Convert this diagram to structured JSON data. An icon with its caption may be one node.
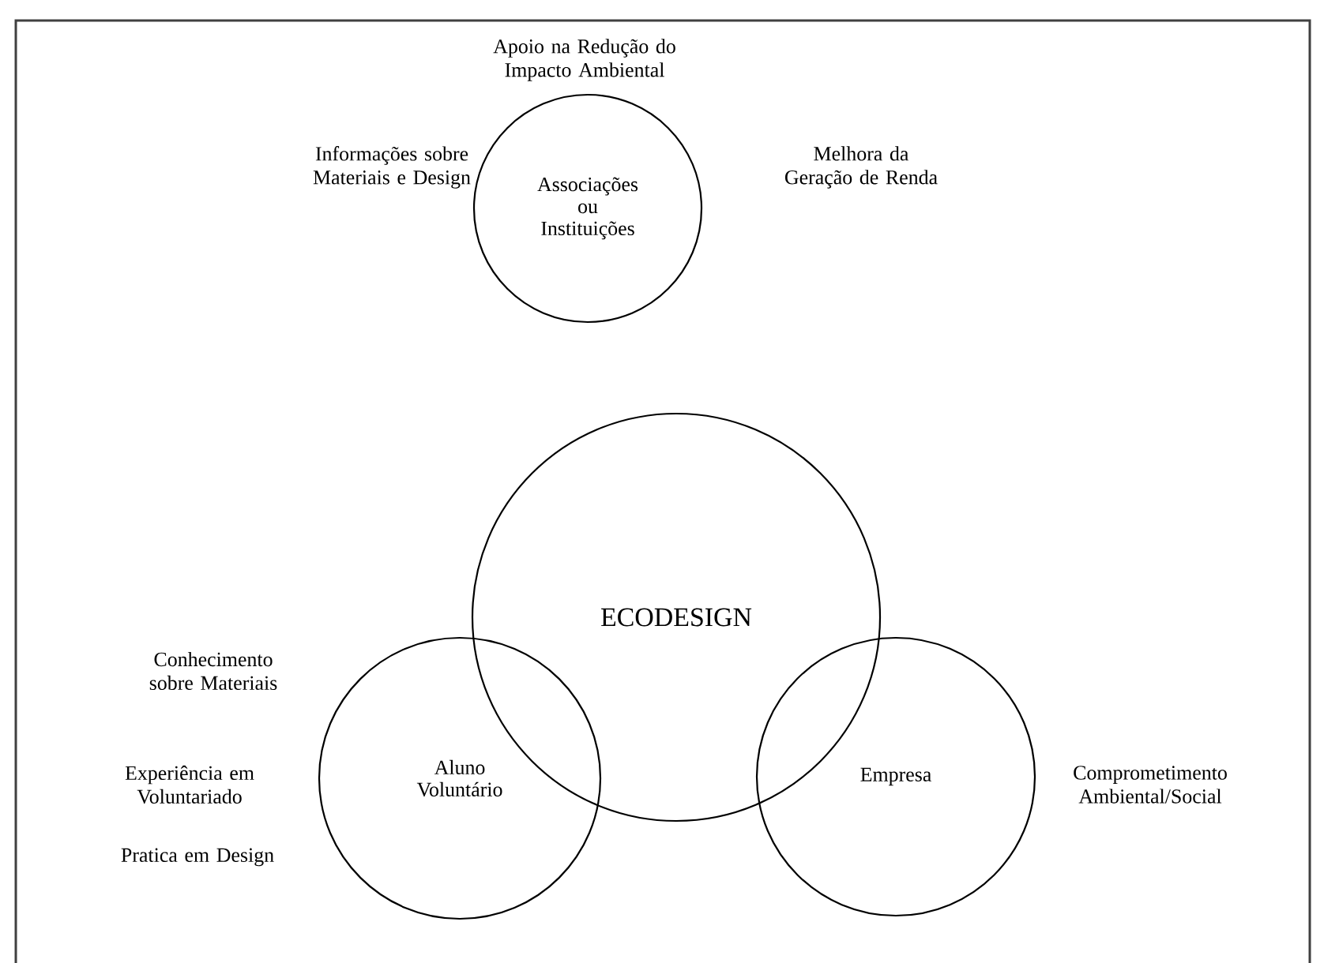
{
  "diagram": {
    "nodes": [
      {
        "text": [
          "Associações ou Instituições"
        ]
      },
      {
        "text": [
          "ECODESIGN"
        ]
      },
      {
        "text": [
          "Aluno Voluntário"
        ]
      },
      {
        "text": [
          "Empresa"
        ]
      }
    ],
    "labels": [
      "Apoio na Redução do Impacto Ambiental",
      "Informações sobre Materiais e Design",
      "Melhora da Geração de Renda",
      "Conhecimento sobre Materiais",
      "Experiência em Voluntariado",
      "Comprometimento Ambiental/Social",
      "Pratica em Design"
    ]
  }
}
